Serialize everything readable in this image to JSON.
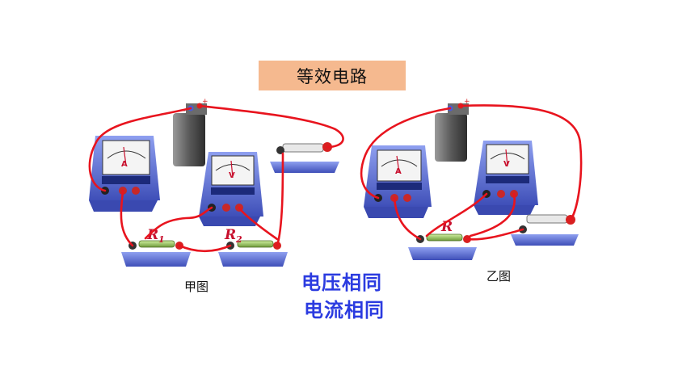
{
  "title": "等效电路",
  "captions": {
    "left": "甲图",
    "right": "乙图"
  },
  "notes": {
    "line1": "电压相同",
    "line2": "电流相同"
  },
  "labels": {
    "r1": "R",
    "r1_sub": "1",
    "r2": "R",
    "r2_sub": "2",
    "r": "R"
  },
  "meter_letters": {
    "ammeter": "A",
    "voltmeter": "V"
  },
  "colors": {
    "wire": "#E8141E",
    "title_bg": "#F5B98F",
    "note": "#2B3BE0",
    "device": "#5A6FD6"
  }
}
